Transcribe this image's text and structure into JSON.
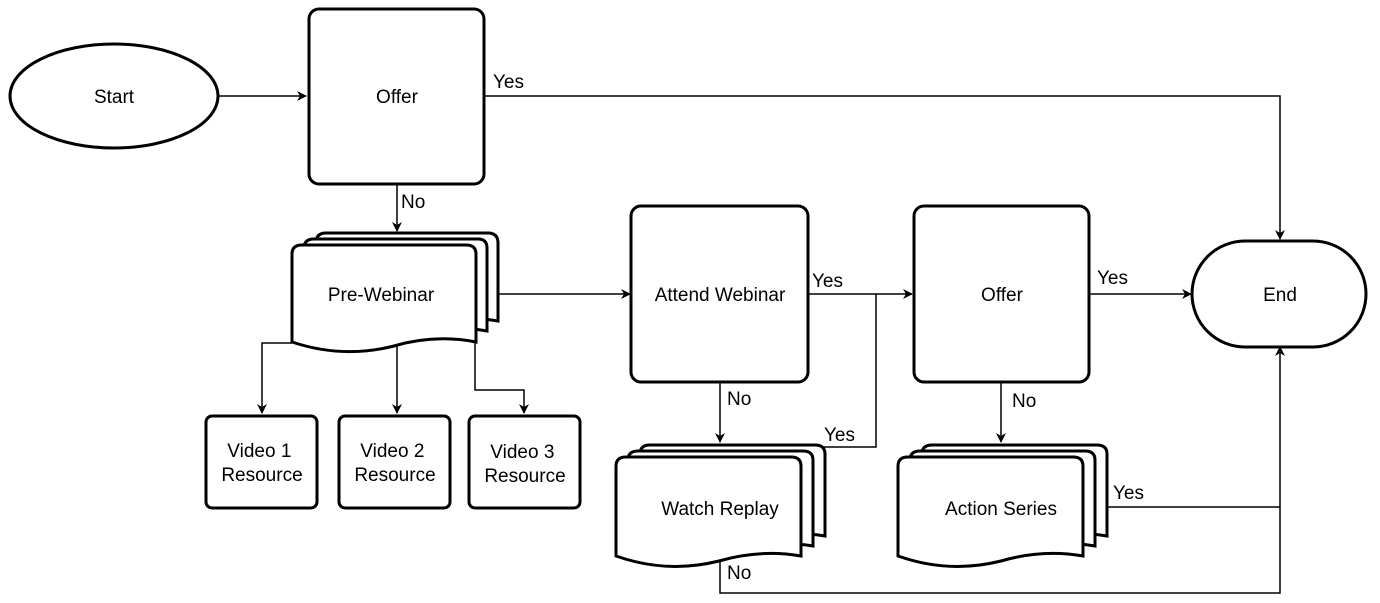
{
  "nodes": {
    "start": "Start",
    "offer1": "Offer",
    "pre_webinar": "Pre-Webinar",
    "video1": "Video 1\nResource",
    "video2": "Video 2\nResource",
    "video3": "Video 3\nResource",
    "attend_webinar": "Attend Webinar",
    "watch_replay": "Watch Replay",
    "offer2": "Offer",
    "action_series": "Action Series",
    "end": "End"
  },
  "edges": {
    "offer1_yes": "Yes",
    "offer1_no": "No",
    "attend_yes": "Yes",
    "attend_no": "No",
    "replay_yes": "Yes",
    "replay_no": "No",
    "offer2_yes": "Yes",
    "offer2_no": "No",
    "action_yes": "Yes"
  }
}
